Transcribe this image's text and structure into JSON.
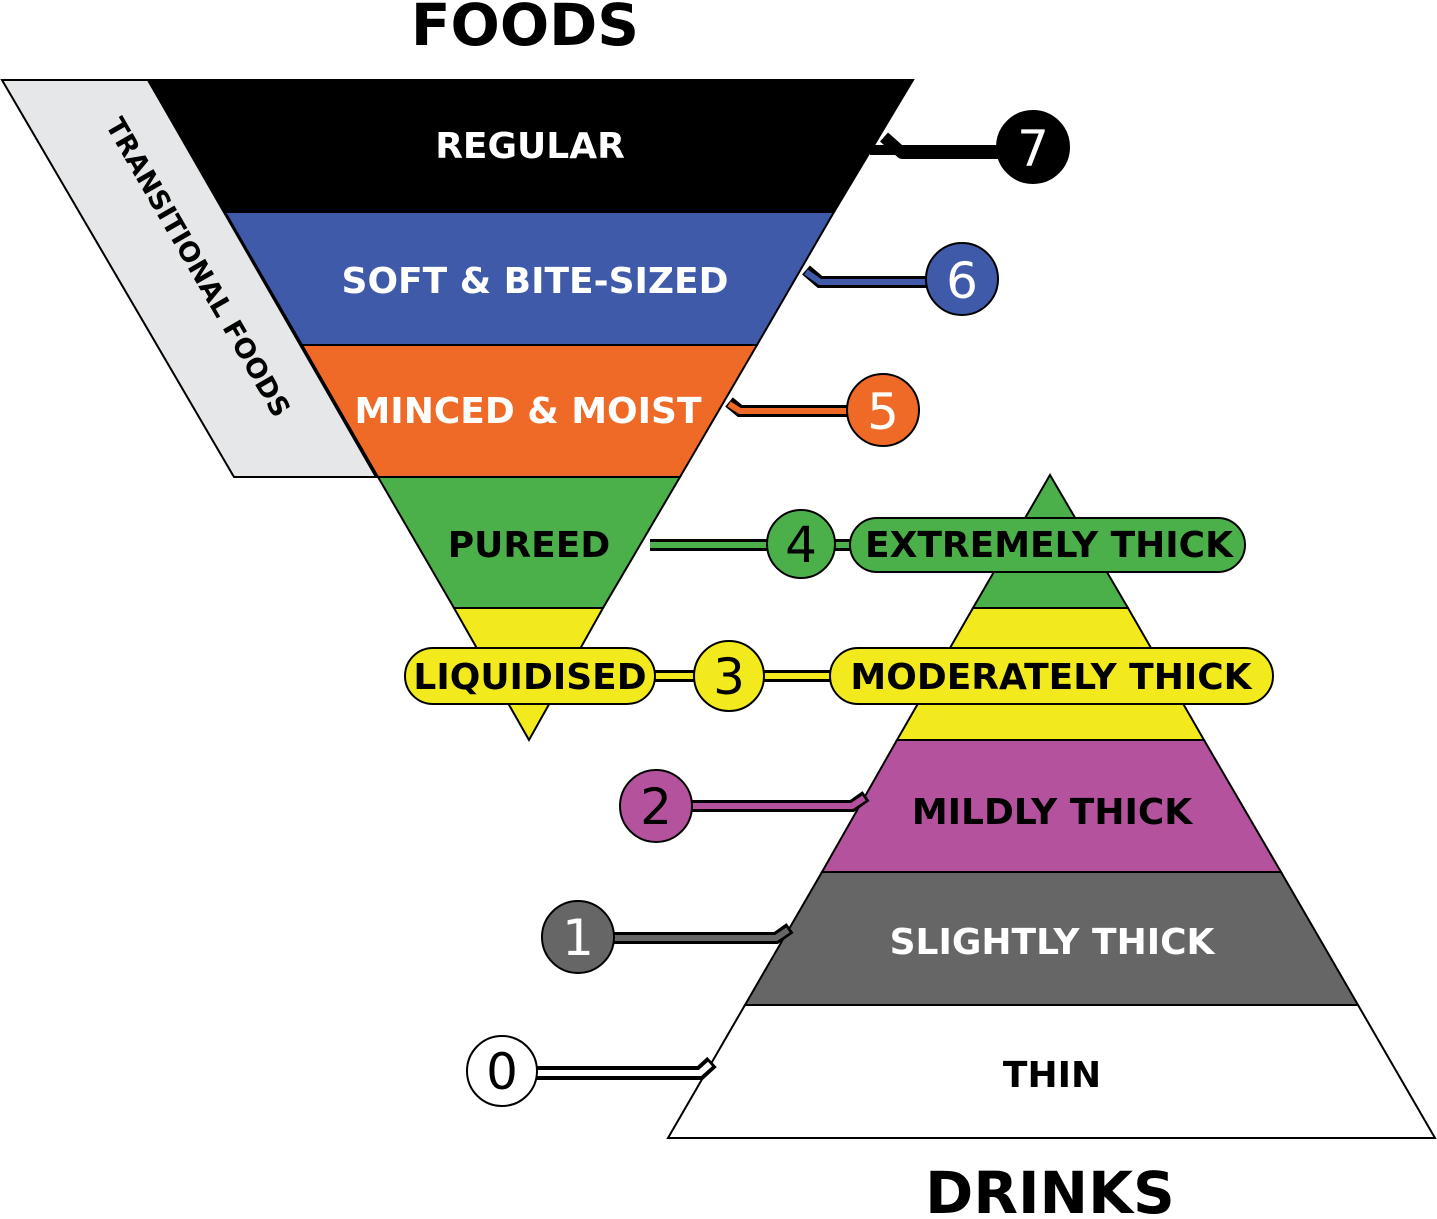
{
  "titles": {
    "foods": "FOODS",
    "drinks": "DRINKS"
  },
  "transitional_label": "TRANSITIONAL FOODS",
  "levels": [
    {
      "number": "7",
      "foods_label": "REGULAR",
      "drinks_label": "",
      "color": "#000000"
    },
    {
      "number": "6",
      "foods_label": "SOFT & BITE-SIZED",
      "drinks_label": "",
      "color": "#3f5aa8"
    },
    {
      "number": "5",
      "foods_label": "MINCED & MOIST",
      "drinks_label": "",
      "color": "#ef6a26"
    },
    {
      "number": "4",
      "foods_label": "PUREED",
      "drinks_label": "EXTREMELY THICK",
      "color": "#4cb04a"
    },
    {
      "number": "3",
      "foods_label": "LIQUIDISED",
      "drinks_label": "MODERATELY THICK",
      "color": "#f2ea1c"
    },
    {
      "number": "2",
      "foods_label": "",
      "drinks_label": "MILDLY THICK",
      "color": "#b5529d"
    },
    {
      "number": "1",
      "foods_label": "",
      "drinks_label": "SLIGHTLY THICK",
      "color": "#666666"
    },
    {
      "number": "0",
      "foods_label": "",
      "drinks_label": "THIN",
      "color": "#ffffff"
    }
  ],
  "colors": {
    "transitional_band": "#e6e7e8",
    "outline": "#000000"
  }
}
